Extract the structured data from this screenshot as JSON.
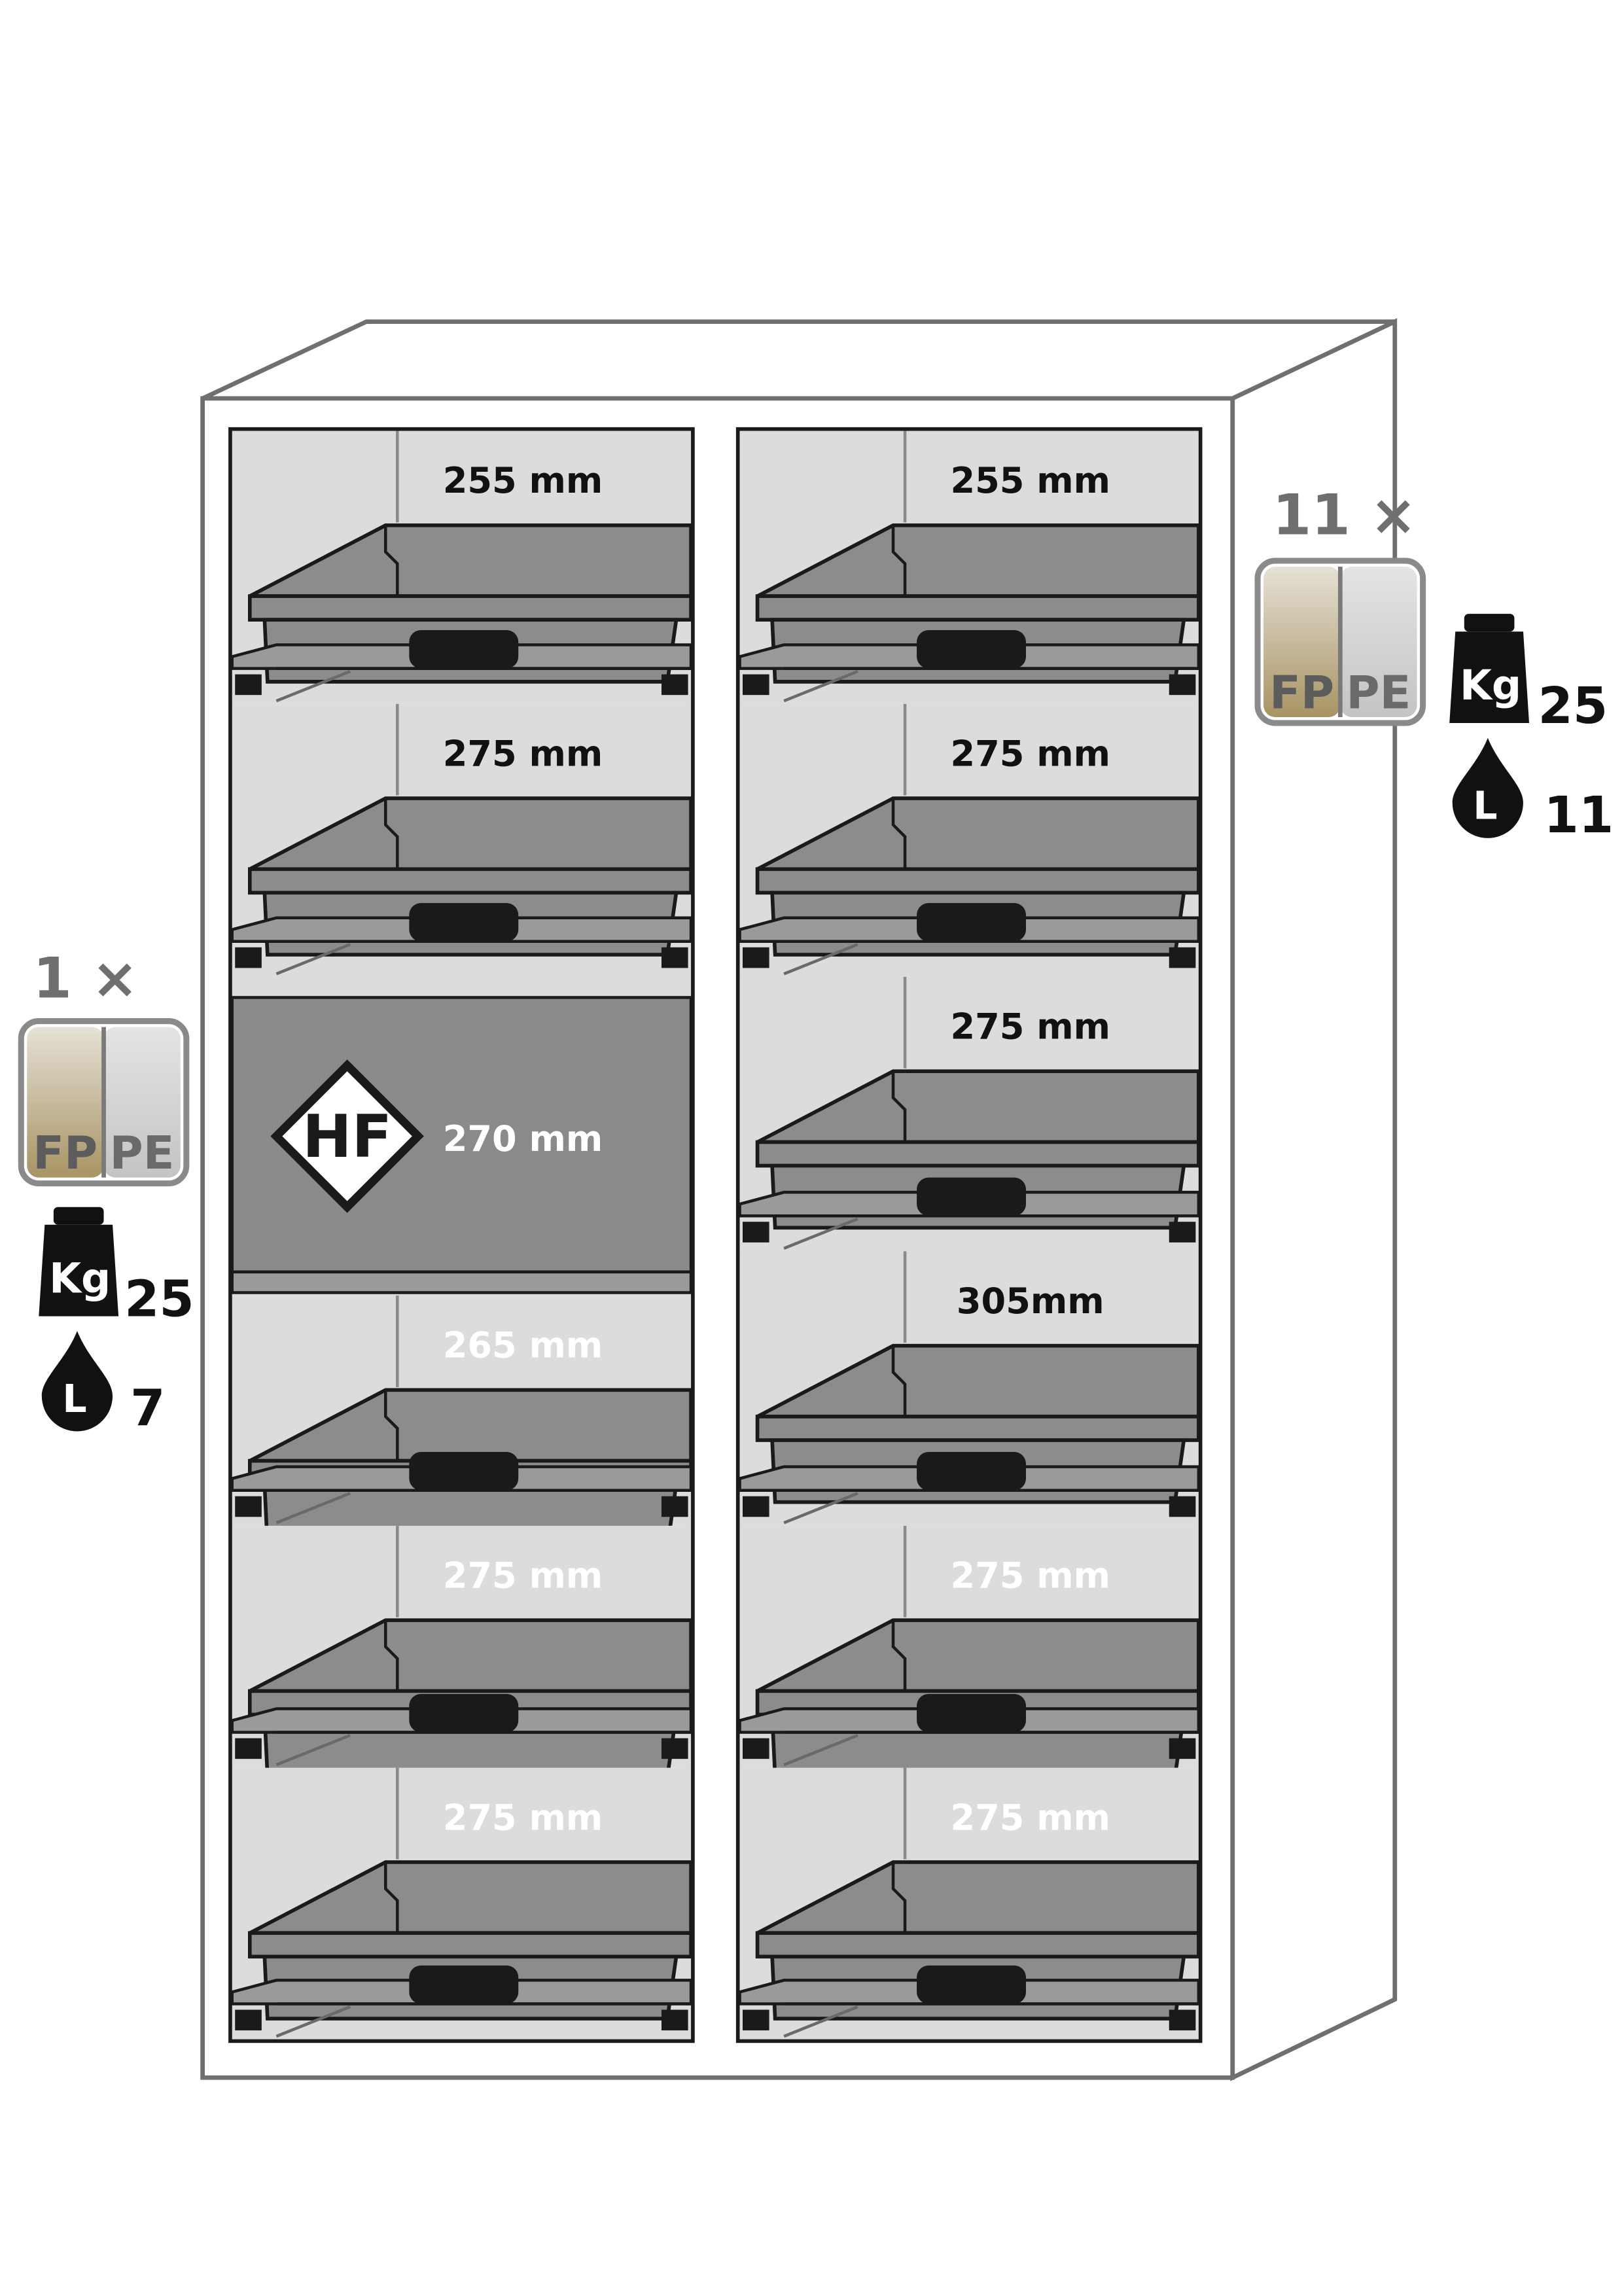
{
  "cabinet": {
    "left_column": [
      {
        "type": "tray",
        "height_label": "255 mm"
      },
      {
        "type": "tray",
        "height_label": "275 mm"
      },
      {
        "type": "hf",
        "height_label": "270 mm",
        "hazard_label": "HF"
      },
      {
        "type": "tray",
        "height_label": "265 mm"
      },
      {
        "type": "tray",
        "height_label": "275 mm"
      },
      {
        "type": "tray",
        "height_label": "275 mm"
      }
    ],
    "right_column": [
      {
        "type": "tray",
        "height_label": "255 mm"
      },
      {
        "type": "tray",
        "height_label": "275 mm"
      },
      {
        "type": "tray",
        "height_label": "275 mm"
      },
      {
        "type": "tray",
        "height_label": "305mm"
      },
      {
        "type": "tray",
        "height_label": "275 mm"
      },
      {
        "type": "tray",
        "height_label": "275 mm"
      }
    ]
  },
  "left_info": {
    "quantity": "1 ×",
    "material_left": "FP",
    "material_right": "PE",
    "weight_unit": "Kg",
    "weight_value": "25",
    "volume_unit": "L",
    "volume_value": "7"
  },
  "right_info": {
    "quantity": "11 ×",
    "material_left": "FP",
    "material_right": "PE",
    "weight_unit": "Kg",
    "weight_value": "25",
    "volume_unit": "L",
    "volume_value": "11"
  },
  "colors": {
    "outline": "#1a1a1a",
    "cabinet_edge": "#6f6f6f",
    "compartment_bg": "#dcdcdc",
    "tray_gray": "#8c8c8c",
    "shelf_gray": "#9a9a9a",
    "hf_panel": "#8a8a8a",
    "material_fp": "#b9a57a",
    "material_pe": "#cfcfcf"
  }
}
